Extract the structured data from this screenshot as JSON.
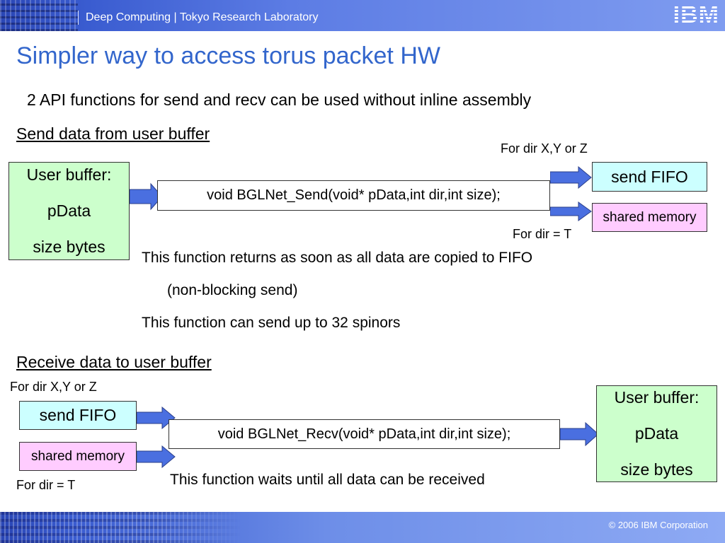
{
  "header": {
    "title": "Deep Computing | Tokyo Research Laboratory",
    "logo": "IBM"
  },
  "slide": {
    "title": "Simpler way to access torus packet HW",
    "subtitle": "2 API functions for send and recv can be used without inline assembly"
  },
  "send": {
    "heading": "Send data from user buffer",
    "user_buffer": [
      "User buffer:",
      "pData",
      "size bytes"
    ],
    "function": "void BGLNet_Send(void* pData,int dir,int size);",
    "dir_xyz": "For dir X,Y or Z",
    "fifo": "send FIFO",
    "shared_memory": "shared memory",
    "dir_t": "For dir = T",
    "notes": [
      "This function returns as soon as all data are copied to FIFO",
      "(non-blocking send)",
      "This function can send up to 32 spinors"
    ]
  },
  "recv": {
    "heading": "Receive data to user buffer",
    "dir_xyz": "For dir X,Y or Z",
    "fifo": "send FIFO",
    "shared_memory": "shared memory",
    "dir_t": "For dir = T",
    "function": "void BGLNet_Recv(void* pData,int dir,int size);",
    "note": "This function waits until all data can be received",
    "user_buffer": [
      "User buffer:",
      "pData",
      "size bytes"
    ]
  },
  "footer": {
    "copyright": "© 2006 IBM Corporation"
  },
  "colors": {
    "title": "#3366cc",
    "header": "#3a5cd0",
    "user_buffer_fill": "#ccffcc",
    "fifo_fill": "#ccffff",
    "shared_memory_fill": "#ffccff",
    "arrow_fill": "#4a6fe0"
  }
}
